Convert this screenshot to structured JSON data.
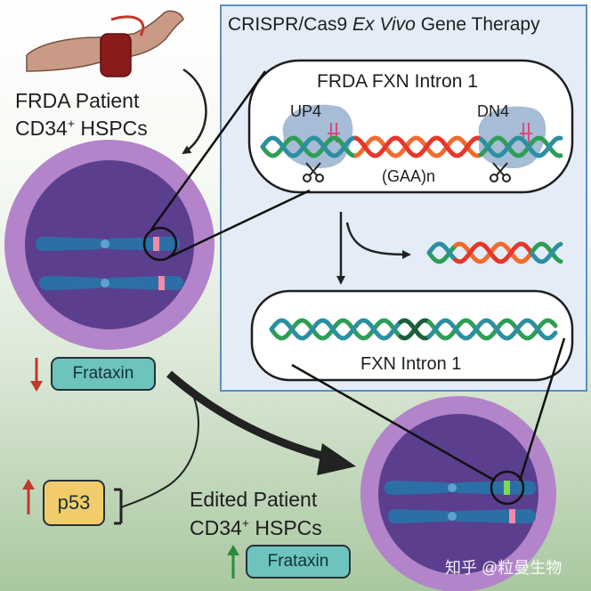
{
  "therapy_panel": {
    "title_prefix": "CRISPR/Cas9 ",
    "title_italic": "Ex Vivo",
    "title_suffix": " Gene Therapy",
    "intron_top_label": "FRDA FXN Intron 1",
    "up_guide_label": "UP4",
    "down_guide_label": "DN4",
    "repeat_label": "(GAA)n",
    "intron_bottom_label": "FXN Intron 1"
  },
  "patient": {
    "line1": "FRDA Patient",
    "line2_prefix": "CD34",
    "line2_sup": "+",
    "line2_suffix": " HSPCs"
  },
  "edited": {
    "line1": "Edited Patient",
    "line2_prefix": "CD34",
    "line2_sup": "+",
    "line2_suffix": " HSPCs"
  },
  "markers": {
    "frataxin_low_label": "Frataxin",
    "frataxin_high_label": "Frataxin",
    "p53_label": "p53"
  },
  "watermark": "知乎 @粒曼生物",
  "colors": {
    "cell_outer": "#b384c9",
    "cell_inner": "#5b3f8e",
    "chromosome": "#2a70a6",
    "mutant_band": "#f28aa8",
    "edited_band": "#7fd855",
    "panel_bg": "#e4edf7",
    "panel_border": "#5d8fc0",
    "dna_green": "#2e9e56",
    "dna_teal": "#2c8fa1",
    "dna_orange": "#f26b2e",
    "dna_red": "#e8362a",
    "arrow_up_down": "#c0392b",
    "arrow_up_green": "#2e8b3a"
  }
}
